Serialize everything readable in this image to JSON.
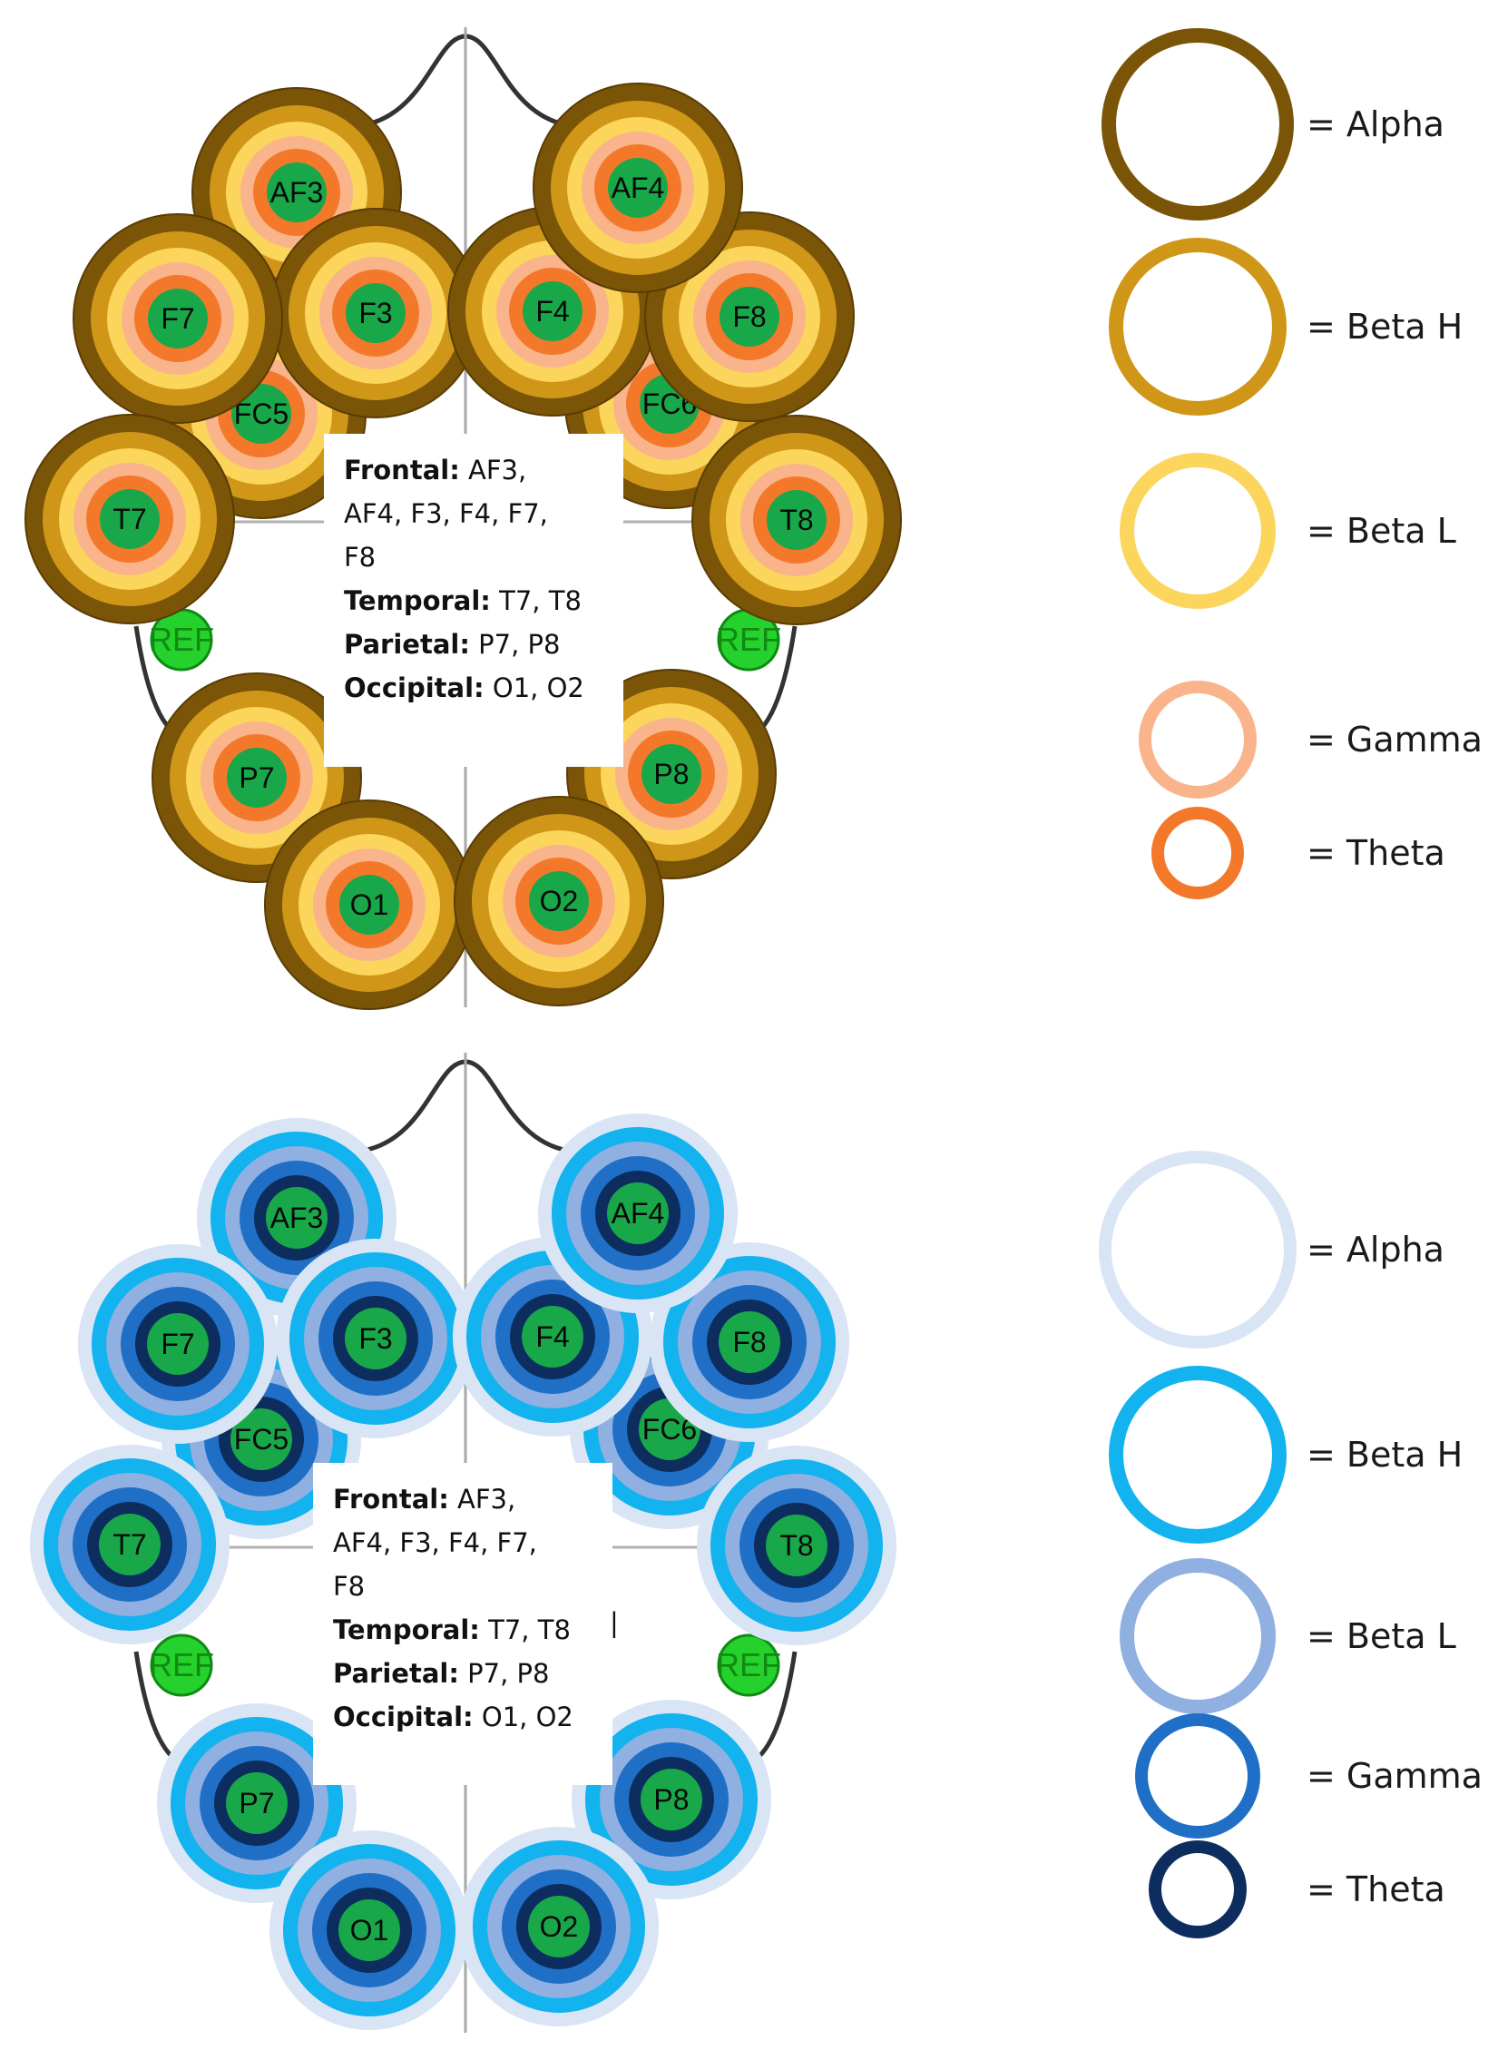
{
  "panels": [
    {
      "id": "warm",
      "legend": [
        {
          "label": "= Alpha",
          "color": "#7a5508"
        },
        {
          "label": "= Beta H",
          "color": "#cf9618"
        },
        {
          "label": "= Beta L",
          "color": "#fbd55c"
        },
        {
          "label": "= Gamma",
          "color": "#f9b48c"
        },
        {
          "label": "= Theta",
          "color": "#f4782a"
        }
      ],
      "electrodes": [
        "AF3",
        "AF4",
        "F7",
        "F3",
        "F4",
        "F8",
        "FC5",
        "FC6",
        "T7",
        "T8",
        "P7",
        "P8",
        "O1",
        "O2"
      ],
      "reference": [
        "REF",
        "REF"
      ],
      "regions": [
        {
          "name": "Frontal:",
          "sites": "AF3,",
          "cont": [
            "AF4, F3, F4, F7,",
            "F8"
          ]
        },
        {
          "name": "Temporal:",
          "sites": "T7, T8"
        },
        {
          "name": "Parietal:",
          "sites": "P7, P8"
        },
        {
          "name": "Occipital:",
          "sites": "O1, O2"
        }
      ]
    },
    {
      "id": "cool",
      "legend": [
        {
          "label": "= Alpha",
          "color": "#d9e5f5"
        },
        {
          "label": "= Beta H",
          "color": "#12b3ee"
        },
        {
          "label": "= Beta L",
          "color": "#8fb0e0"
        },
        {
          "label": "= Gamma",
          "color": "#1f6fc7"
        },
        {
          "label": "= Theta",
          "color": "#0d2d5e"
        }
      ],
      "electrodes": [
        "AF3",
        "AF4",
        "F7",
        "F3",
        "F4",
        "F8",
        "FC5",
        "FC6",
        "T7",
        "T8",
        "P7",
        "P8",
        "O1",
        "O2"
      ],
      "reference": [
        "REF",
        "REF"
      ],
      "regions": [
        {
          "name": "Frontal:",
          "sites": "AF3,",
          "cont": [
            "AF4, F3, F4, F7,",
            "F8"
          ]
        },
        {
          "name": "Temporal:",
          "sites": "T7, T8"
        },
        {
          "name": "Parietal:",
          "sites": "P7, P8"
        },
        {
          "name": "Occipital:",
          "sites": "O1, O2"
        }
      ],
      "stray_mark": "|"
    }
  ]
}
